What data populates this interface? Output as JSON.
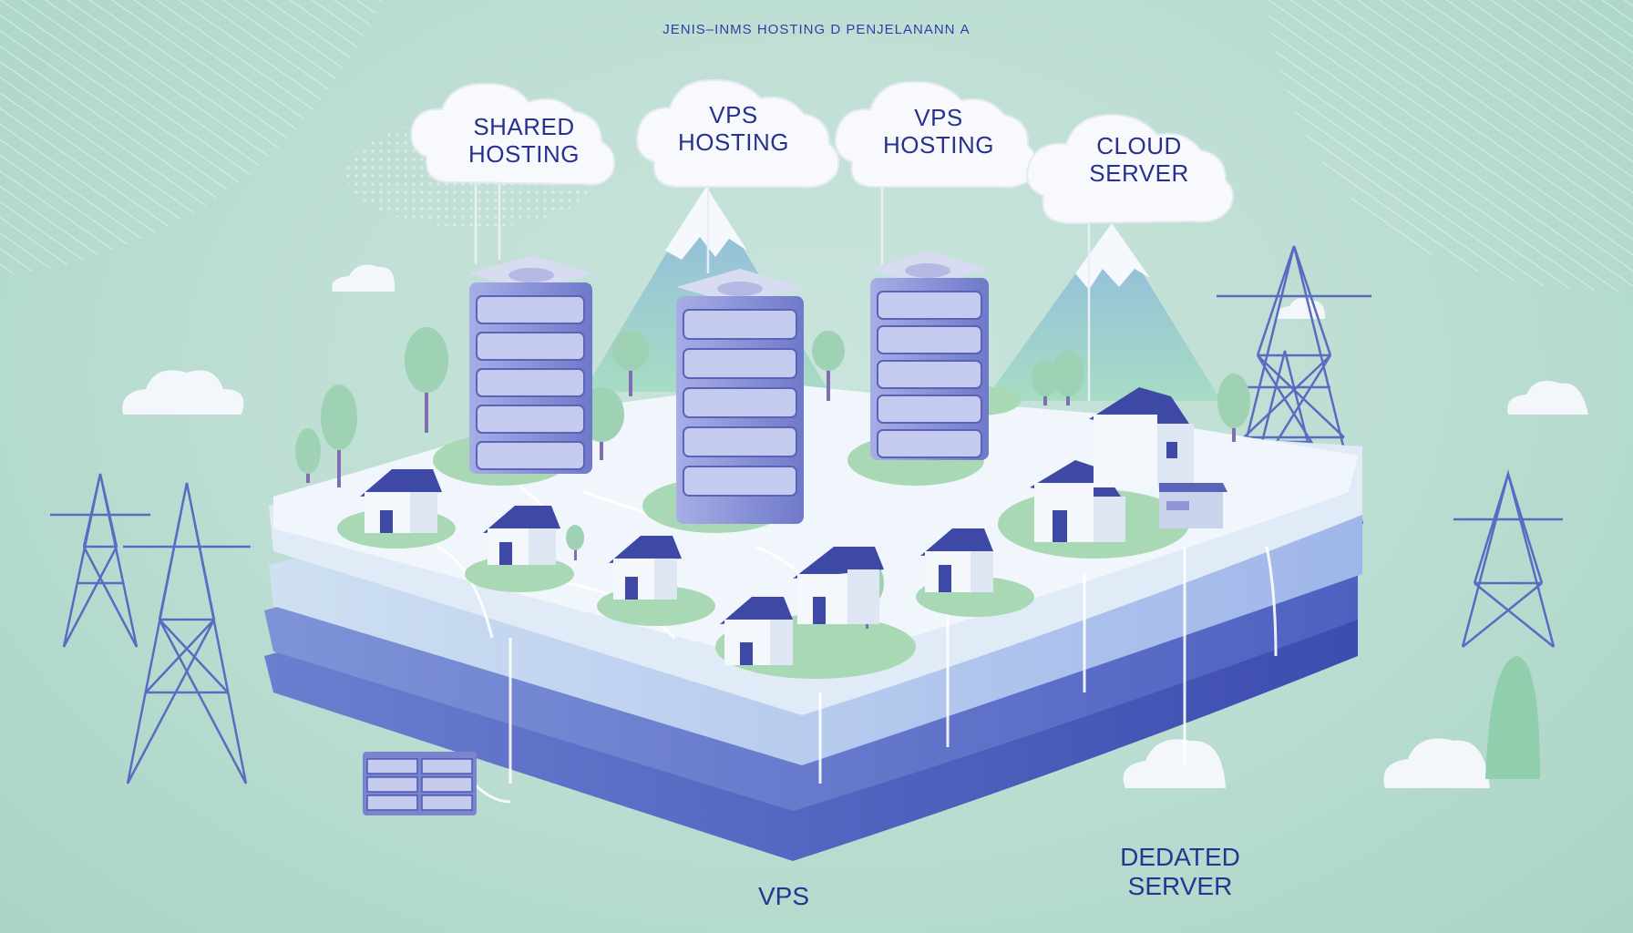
{
  "title": "JENIS–INMS HOSTING D PENJELANANN A",
  "clouds": [
    {
      "line1": "SHARED",
      "line2": "HOSTING"
    },
    {
      "line1": "VPS",
      "line2": "HOSTING"
    },
    {
      "line1": "VPS",
      "line2": "HOSTING"
    },
    {
      "line1": "CLOUD",
      "line2": "SERVER"
    }
  ],
  "bottom_labels": {
    "vps": "VPS",
    "dedicated_line1": "DEDATED",
    "dedicated_line2": "SERVER"
  },
  "colors": {
    "background": "#bfdfd4",
    "text": "#27328f",
    "server": "#8f97d6",
    "grass": "#a8d8b4",
    "platform_top": "#eef4fb",
    "platform_blue": "#4f5fc0"
  }
}
